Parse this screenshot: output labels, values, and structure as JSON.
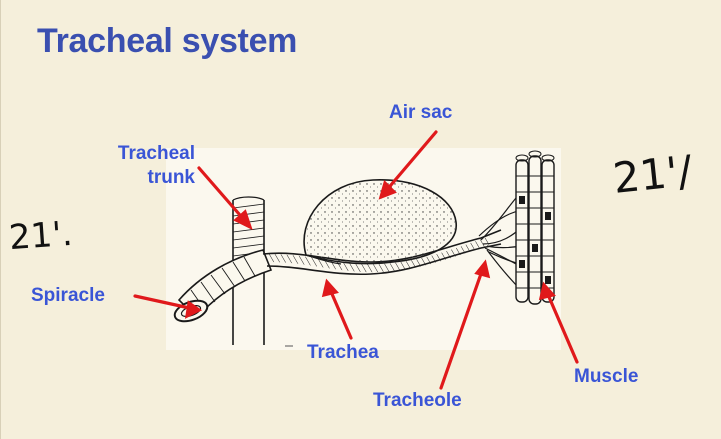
{
  "title": "Tracheal system",
  "labels": {
    "tracheal_trunk_line1": "Tracheal",
    "tracheal_trunk_line2": "trunk",
    "air_sac": "Air sac",
    "spiracle": "Spiracle",
    "trachea": "Trachea",
    "tracheole": "Tracheole",
    "muscle": "Muscle"
  },
  "annotations": {
    "handwritten_left": "21'.",
    "handwritten_right": "21'/"
  },
  "colors": {
    "title": "#3a4fb0",
    "label": "#3a55d6",
    "arrow": "#e0191b",
    "background": "#f5efdb",
    "ink": "#1a1a1a"
  }
}
